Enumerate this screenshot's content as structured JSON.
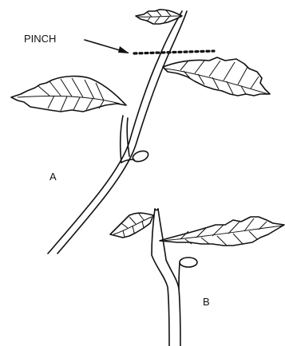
{
  "labels": {
    "pinch": "PINCH",
    "a": "A",
    "b": "B"
  }
}
